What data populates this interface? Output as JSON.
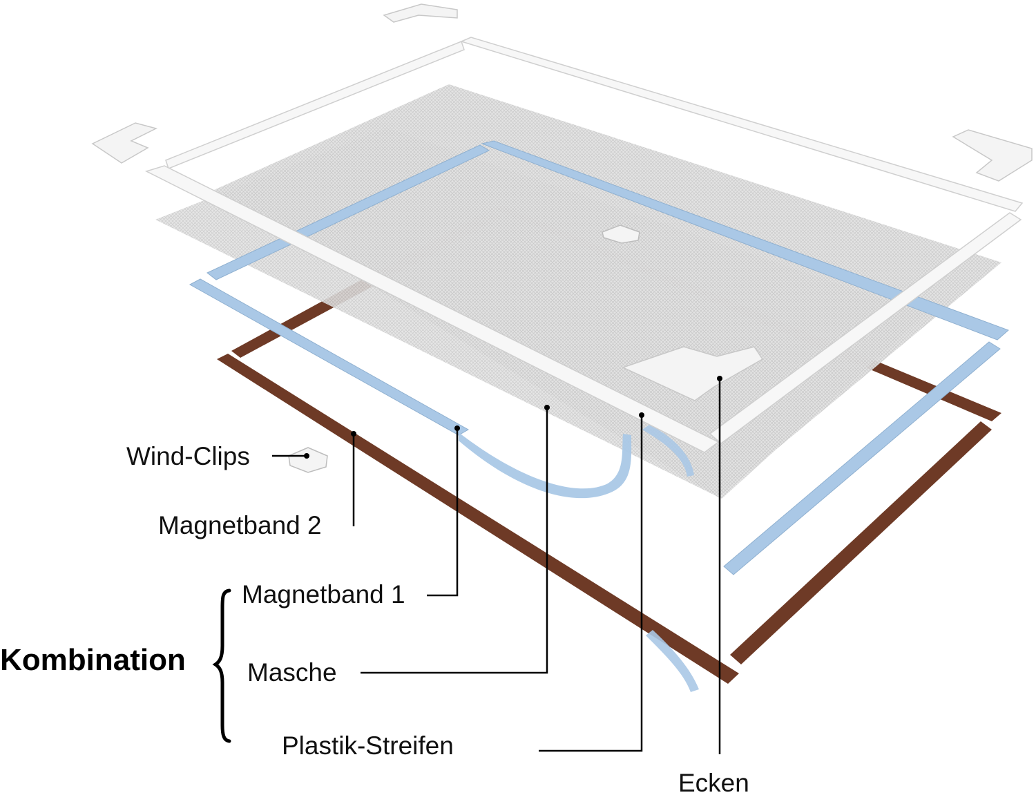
{
  "labels": {
    "wind_clips": "Wind-Clips",
    "magnetband_2": "Magnetband 2",
    "magnetband_1": "Magnetband 1",
    "masche": "Masche",
    "plastik_streifen": "Plastik-Streifen",
    "ecken": "Ecken",
    "kombination": "Kombination"
  },
  "colors": {
    "frame_white": "#f7f7f7",
    "frame_edge": "#cfcfcf",
    "magnet_brown": "#6e3a26",
    "magnet_blue": "#aac8e6",
    "mesh_gray": "#d9d9d9",
    "leader_line": "#000000"
  }
}
